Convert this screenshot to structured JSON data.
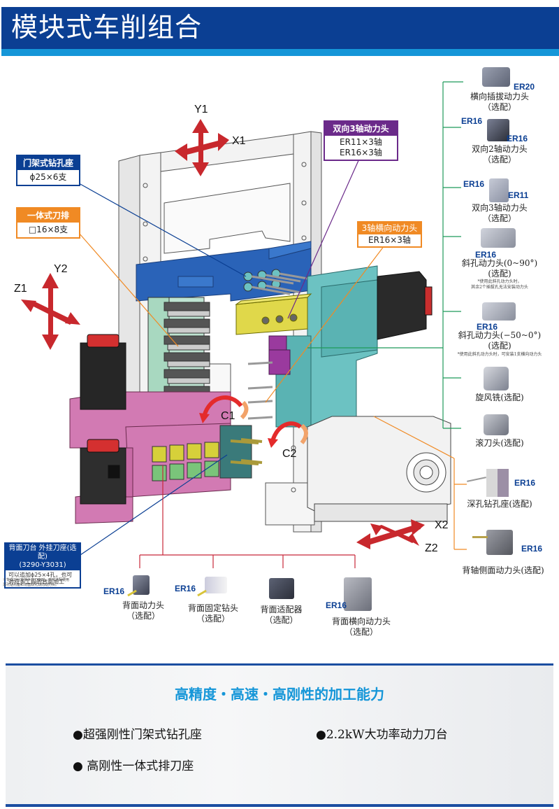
{
  "header": {
    "title": "模块式车削组合"
  },
  "axes": {
    "y1": "Y1",
    "x1": "X1",
    "y2": "Y2",
    "z1": "Z1",
    "x2": "X2",
    "z2": "Z2",
    "c1": "C1",
    "c2": "C2"
  },
  "callouts": {
    "gantry_drill": {
      "title": "门架式钻孔座",
      "body": "ϕ25×6支"
    },
    "gang_tool": {
      "title": "一体式刀排",
      "body": "□16×8支"
    },
    "dual_3axis": {
      "title": "双向3轴动力头",
      "lines": [
        "ER11×3轴",
        "ER16×3轴"
      ]
    },
    "cross_3axis": {
      "title": "3轴横向动力头",
      "body": "ER16×3轴"
    },
    "back_turret": {
      "title_line1": "背面刀台 外挂刀座(选配)",
      "title_line2": "(3290-Y3031)",
      "body_lines": [
        "可以追加ϕ25×4孔，也可",
        "对应多工段的背面加工"
      ],
      "footnote_lines": [
        "※背面刀台安装外挂刀座时，不可选配使用",
        "深孔钻孔座和背面双孔双向动力头。"
      ]
    }
  },
  "right_options": [
    {
      "er_labels": [
        "ER20"
      ],
      "caption": [
        "横向插拔动力头",
        "（选配）"
      ]
    },
    {
      "er_labels": [
        "ER16",
        "ER16"
      ],
      "caption": [
        "双向2轴动力头",
        "（选配）"
      ]
    },
    {
      "er_labels": [
        "ER16",
        "ER11"
      ],
      "caption": [
        "双向3轴动力头",
        "（选配）"
      ]
    },
    {
      "er_labels": [
        "ER16"
      ],
      "caption": [
        "斜孔动力头(0~90°)",
        "(选配)"
      ],
      "note": [
        "*使用此斜孔动力头时，",
        "其余2个插拔孔无法安装动力头"
      ]
    },
    {
      "er_labels": [
        "ER16"
      ],
      "caption": [
        "斜孔动力头(−50~0°)",
        "(选配)"
      ],
      "note": [
        "*使用此斜孔动力头时，可安装1支横向动力头"
      ]
    },
    {
      "er_labels": [],
      "caption": [
        "旋风铣(选配)"
      ]
    },
    {
      "er_labels": [],
      "caption": [
        "滚刀头(选配)"
      ]
    },
    {
      "er_labels": [
        "ER16"
      ],
      "caption": [
        "深孔钻孔座(选配)"
      ]
    },
    {
      "er_labels": [
        "ER16"
      ],
      "caption": [
        "背轴侧面动力头(选配)"
      ]
    }
  ],
  "bottom_options": [
    {
      "er_label": "ER16",
      "caption": [
        "背面动力头",
        "（选配）"
      ]
    },
    {
      "er_label": "ER16",
      "caption": [
        "背面固定钻头",
        "（选配）"
      ]
    },
    {
      "er_label": "",
      "caption": [
        "背面适配器",
        "（选配）"
      ]
    },
    {
      "er_label": "ER16",
      "caption": [
        "背面横向动力头",
        "（选配）"
      ]
    }
  ],
  "features": {
    "title": "高精度・高速・高刚性的加工能力",
    "items": [
      "●超强刚性门架式钻孔座",
      "●2.2kW大功率动力刀台",
      "● 高刚性一体式排刀座"
    ]
  },
  "colors": {
    "brand_blue": "#0b3f93",
    "accent_cyan": "#1596d8",
    "orange": "#f08a24",
    "purple": "#6b2a8a",
    "axis_red": "#c8282d",
    "green_line": "#1e9a5a",
    "red_line": "#c8283a"
  }
}
